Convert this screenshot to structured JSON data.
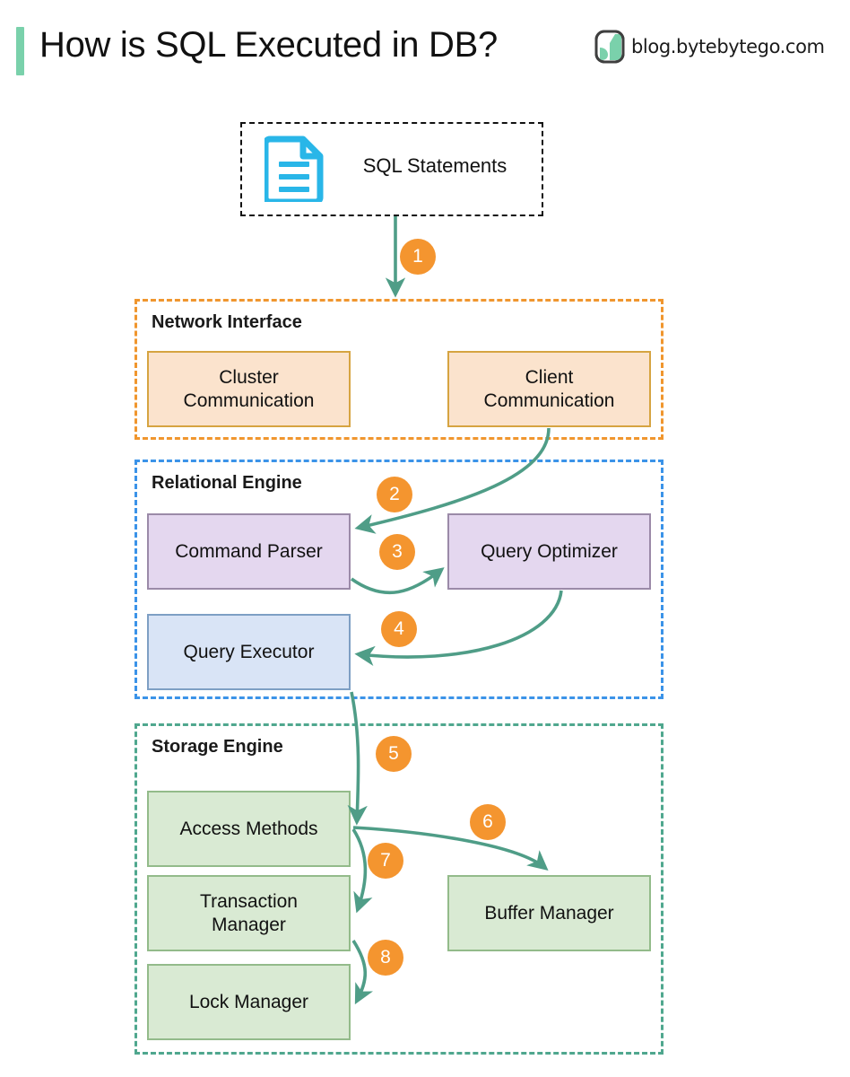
{
  "header": {
    "title": "How is SQL Executed in DB?",
    "accent_color": "#7ad1ab",
    "brand_text": "blog.bytebytego.com",
    "brand_logo_icon": "bytebytego-logo-icon"
  },
  "diagram": {
    "type": "flowchart",
    "source": {
      "label": "SQL Statements",
      "icon": "document-icon",
      "icon_color": "#29b6e8",
      "border_style": "dashed",
      "border_color": "#111111"
    },
    "groups": [
      {
        "id": "network-interface",
        "label": "Network Interface",
        "border_color": "#f0962e",
        "border_style": "dashed",
        "nodes": [
          {
            "id": "cluster-communication",
            "label": "Cluster\nCommunication",
            "line1": "Cluster",
            "line2": "Communication",
            "fill": "#fbe3cd",
            "stroke": "#d6a441"
          },
          {
            "id": "client-communication",
            "label": "Client\nCommunication",
            "line1": "Client",
            "line2": "Communication",
            "fill": "#fbe3cd",
            "stroke": "#d6a441"
          }
        ]
      },
      {
        "id": "relational-engine",
        "label": "Relational Engine",
        "border_color": "#3b93e8",
        "border_style": "dashed",
        "nodes": [
          {
            "id": "command-parser",
            "label": "Command Parser",
            "fill": "#e4d7ef",
            "stroke": "#9b8aa8"
          },
          {
            "id": "query-optimizer",
            "label": "Query Optimizer",
            "fill": "#e4d7ef",
            "stroke": "#9b8aa8"
          },
          {
            "id": "query-executor",
            "label": "Query Executor",
            "fill": "#d9e4f6",
            "stroke": "#7e9fc4"
          }
        ]
      },
      {
        "id": "storage-engine",
        "label": "Storage Engine",
        "border_color": "#4fa78e",
        "border_style": "dashed",
        "nodes": [
          {
            "id": "access-methods",
            "label": "Access Methods",
            "fill": "#d9ead3",
            "stroke": "#93bb8a"
          },
          {
            "id": "transaction-manager",
            "label": "Transaction\nManager",
            "line1": "Transaction",
            "line2": "Manager",
            "fill": "#d9ead3",
            "stroke": "#93bb8a"
          },
          {
            "id": "lock-manager",
            "label": "Lock Manager",
            "fill": "#d9ead3",
            "stroke": "#93bb8a"
          },
          {
            "id": "buffer-manager",
            "label": "Buffer Manager",
            "fill": "#d9ead3",
            "stroke": "#93bb8a"
          }
        ]
      }
    ],
    "arrow_color": "#4f9d87",
    "badge_color": "#f4952f",
    "badge_text_color": "#ffffff",
    "steps": [
      {
        "n": "1",
        "from": "sql-statements",
        "to": "network-interface"
      },
      {
        "n": "2",
        "from": "client-communication",
        "to": "command-parser"
      },
      {
        "n": "3",
        "from": "command-parser",
        "to": "query-optimizer"
      },
      {
        "n": "4",
        "from": "query-optimizer",
        "to": "query-executor"
      },
      {
        "n": "5",
        "from": "query-executor",
        "to": "access-methods"
      },
      {
        "n": "6",
        "from": "access-methods",
        "to": "buffer-manager"
      },
      {
        "n": "7",
        "from": "access-methods",
        "to": "transaction-manager"
      },
      {
        "n": "8",
        "from": "transaction-manager",
        "to": "lock-manager"
      }
    ]
  }
}
